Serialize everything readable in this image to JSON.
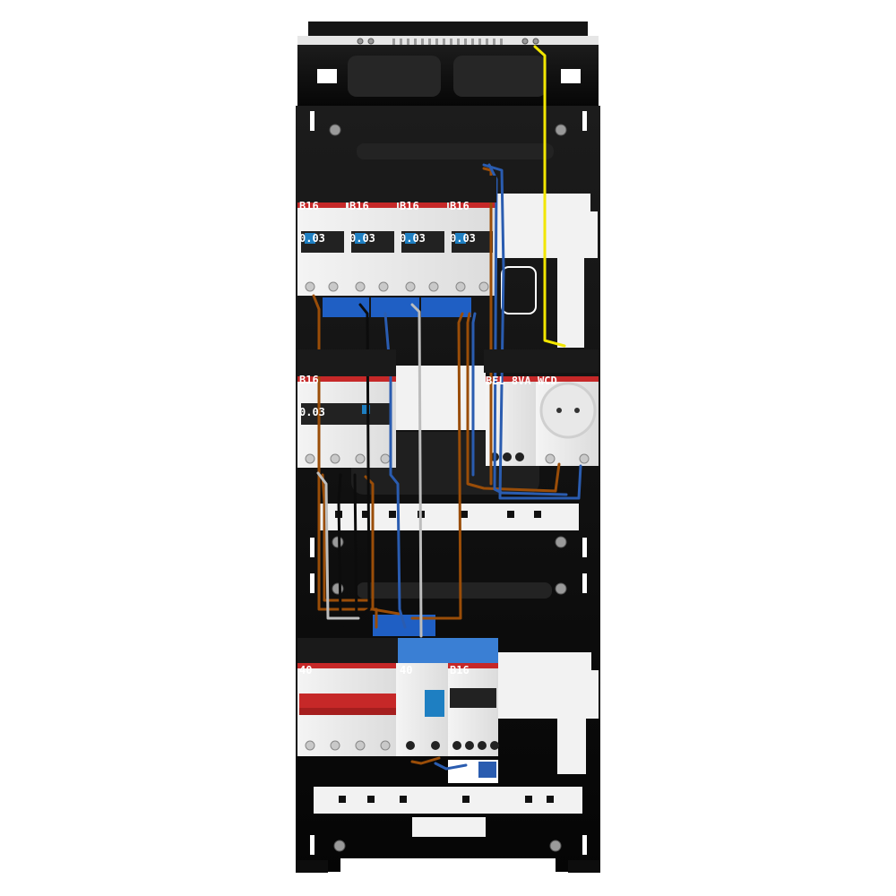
{
  "colors": {
    "enclosure": "#111111",
    "label_dark": "#1a1a1a",
    "label_blue": "#3a7fd4",
    "module_white": "#ececec",
    "brand_red": "#c62828",
    "toggle_blue": "#1e7fc2",
    "wire_brown": "#9a4d08",
    "wire_blue": "#2a5cb0",
    "wire_black": "#0c0c0c",
    "wire_grey": "#bdbdbd",
    "wire_yellow": "#f2e600",
    "busbar_blue": "#1f5fc4"
  },
  "rows": [
    {
      "labels": [
        {
          "l1": "B16",
          "l2": "0.03"
        },
        {
          "l1": "B16",
          "l2": "0.03"
        },
        {
          "l1": "B16",
          "l2": "0.03"
        },
        {
          "l1": "B16",
          "l2": "0.03"
        }
      ]
    },
    {
      "labels": [
        {
          "l1": "B16",
          "l2": "0.03"
        },
        {
          "l1": "BEL 8VA",
          "l2": ""
        },
        {
          "l1": "WCD",
          "l2": ""
        }
      ]
    },
    {
      "labels": [
        {
          "l1": "40",
          "l2": ""
        },
        {
          "l1": "40",
          "l2": ""
        },
        {
          "l1": "B16",
          "l2": ""
        }
      ]
    }
  ],
  "devices": [
    {
      "type": "rcbo",
      "icon": "rcbo-icon"
    },
    {
      "type": "rcbo",
      "icon": "rcbo-icon"
    },
    {
      "type": "rcbo",
      "icon": "rcbo-icon"
    },
    {
      "type": "rcbo",
      "icon": "rcbo-icon"
    },
    {
      "type": "rcbo",
      "icon": "rcbo-icon"
    },
    {
      "type": "bell-transformer",
      "icon": "transformer-icon"
    },
    {
      "type": "socket",
      "icon": "socket-icon"
    },
    {
      "type": "main-switch",
      "icon": "main-switch-icon"
    },
    {
      "type": "rcd",
      "icon": "rcd-icon"
    },
    {
      "type": "mcb",
      "icon": "mcb-icon"
    },
    {
      "type": "mcb",
      "icon": "mcb-icon"
    }
  ]
}
